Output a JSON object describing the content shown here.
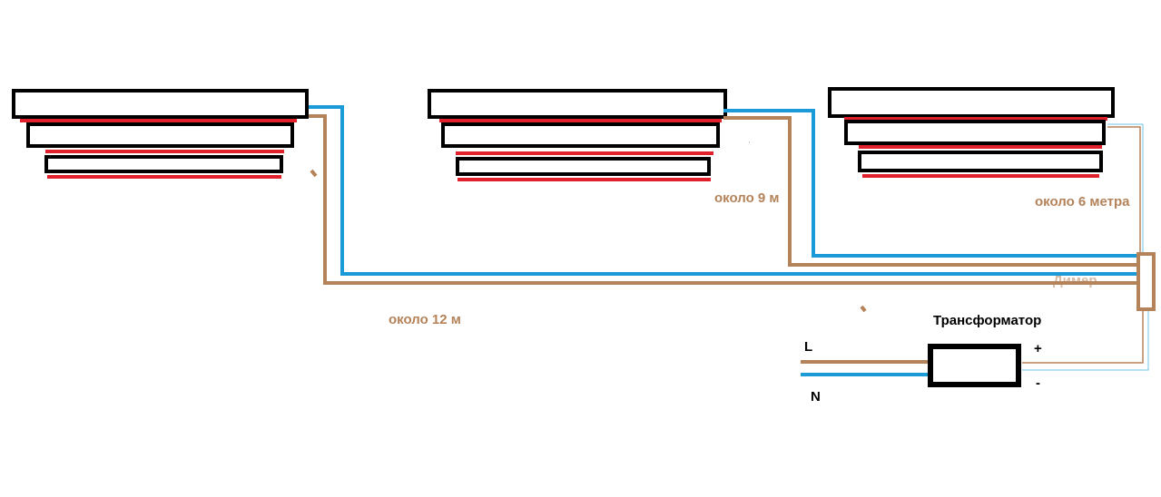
{
  "colors": {
    "background": "#ffffff",
    "outline": "#000000",
    "led_strip": "#e0202a",
    "wire_positive": "#b5835a",
    "wire_negative": "#1a9bd7",
    "label_distance": "#b5835a",
    "label_dark": "#000000"
  },
  "labels": {
    "distance_12m": "около 12 м",
    "distance_9m": "около 9 м",
    "distance_6m": "около 6 метра",
    "dimmer": "Димер",
    "transformer": "Трансформатор",
    "phase_L": "L",
    "neutral_N": "N",
    "plus": "+",
    "minus": "-"
  },
  "fixtures": [
    {
      "name": "ceiling-light-1",
      "tiers": 3
    },
    {
      "name": "ceiling-light-2",
      "tiers": 3
    },
    {
      "name": "ceiling-light-3",
      "tiers": 3
    }
  ]
}
